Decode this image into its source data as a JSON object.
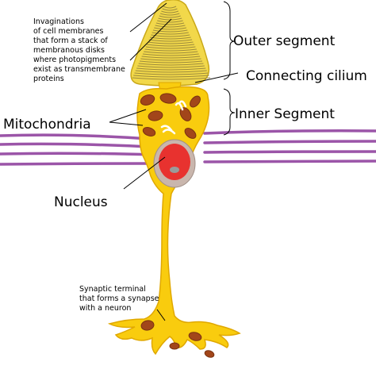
{
  "labels": {
    "invaginations": [
      "Invaginations",
      "of cell membranes",
      "that form a stack of",
      "membranous disks",
      "where photopigments",
      "exist as transmembrane",
      "proteins"
    ],
    "outer_segment": "Outer segment",
    "connecting_cilium": "Connecting cilium",
    "inner_segment": "Inner Segment",
    "mitochondria": "Mitochondria",
    "nucleus": "Nucleus",
    "synaptic_terminal": [
      "Synaptic terminal",
      "that forms a synapse",
      "with a neuron"
    ]
  },
  "colors": {
    "cell_body": "#f9cc0e",
    "cell_outline": "#e0a800",
    "outer_segment": "#f2d84a",
    "disk_lines": "#9c8a3c",
    "mitochondria": "#a2461a",
    "nucleus_outer": "#c9b6ad",
    "nucleus_inner": "#e8322f",
    "nucleolus": "#9a9a9a",
    "membranes": "#9b55a8",
    "pointer_lines": "#000000"
  }
}
